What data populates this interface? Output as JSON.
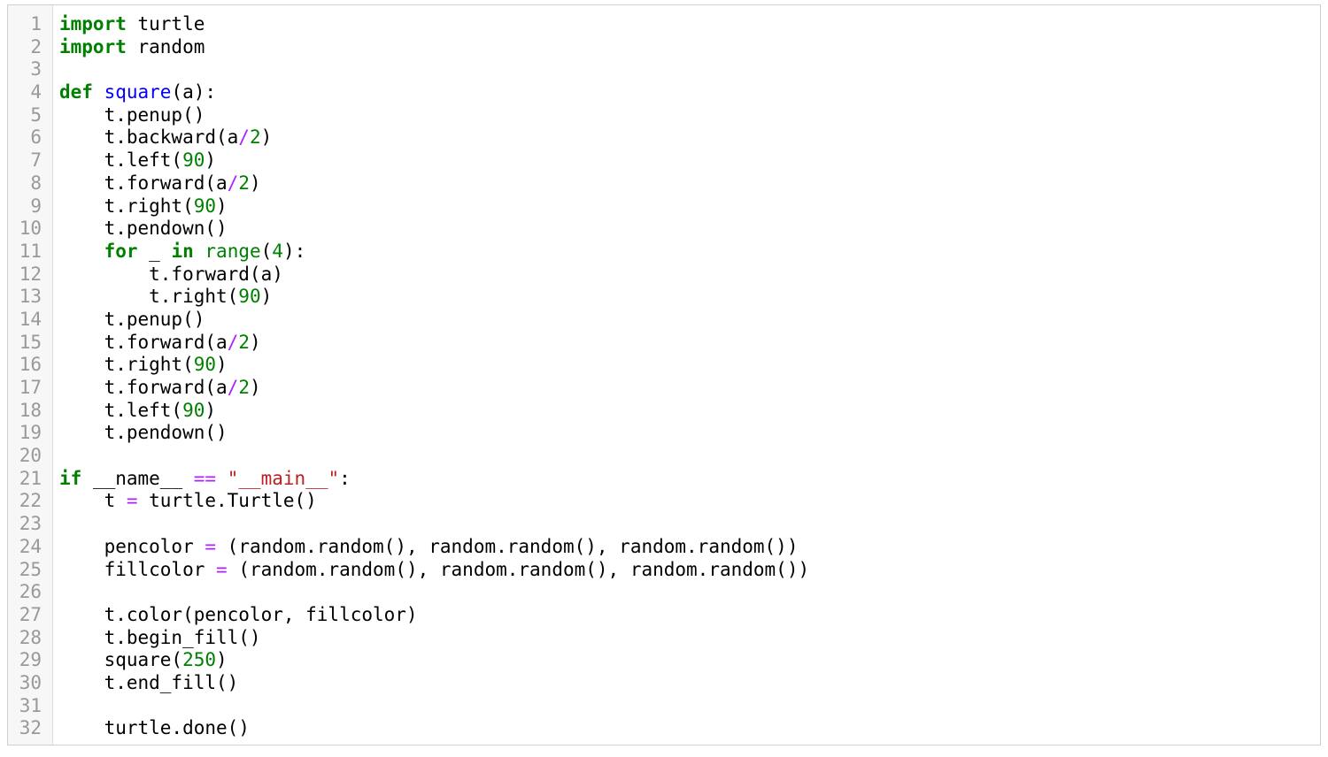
{
  "editor": {
    "colors": {
      "keyword": "#008000",
      "definition": "#0000ff",
      "number": "#008000",
      "operator": "#aa22ff",
      "builtin": "#008000",
      "string": "#ba2121",
      "gutter_text": "#999999",
      "gutter_bg": "#f7f7f7"
    },
    "lines": [
      {
        "n": "1",
        "tokens": [
          [
            "kw",
            "import"
          ],
          [
            "plain",
            " turtle"
          ]
        ]
      },
      {
        "n": "2",
        "tokens": [
          [
            "kw",
            "import"
          ],
          [
            "plain",
            " random"
          ]
        ]
      },
      {
        "n": "3",
        "tokens": []
      },
      {
        "n": "4",
        "tokens": [
          [
            "kw",
            "def"
          ],
          [
            "plain",
            " "
          ],
          [
            "def",
            "square"
          ],
          [
            "plain",
            "(a):"
          ]
        ]
      },
      {
        "n": "5",
        "tokens": [
          [
            "plain",
            "    t.penup()"
          ]
        ]
      },
      {
        "n": "6",
        "tokens": [
          [
            "plain",
            "    t.backward(a"
          ],
          [
            "op",
            "/"
          ],
          [
            "num",
            "2"
          ],
          [
            "plain",
            ")"
          ]
        ]
      },
      {
        "n": "7",
        "tokens": [
          [
            "plain",
            "    t.left("
          ],
          [
            "num",
            "90"
          ],
          [
            "plain",
            ")"
          ]
        ]
      },
      {
        "n": "8",
        "tokens": [
          [
            "plain",
            "    t.forward(a"
          ],
          [
            "op",
            "/"
          ],
          [
            "num",
            "2"
          ],
          [
            "plain",
            ")"
          ]
        ]
      },
      {
        "n": "9",
        "tokens": [
          [
            "plain",
            "    t.right("
          ],
          [
            "num",
            "90"
          ],
          [
            "plain",
            ")"
          ]
        ]
      },
      {
        "n": "10",
        "tokens": [
          [
            "plain",
            "    t.pendown()"
          ]
        ]
      },
      {
        "n": "11",
        "tokens": [
          [
            "plain",
            "    "
          ],
          [
            "kw",
            "for"
          ],
          [
            "plain",
            " _ "
          ],
          [
            "kw",
            "in"
          ],
          [
            "plain",
            " "
          ],
          [
            "builtin",
            "range"
          ],
          [
            "plain",
            "("
          ],
          [
            "num",
            "4"
          ],
          [
            "plain",
            "):"
          ]
        ]
      },
      {
        "n": "12",
        "tokens": [
          [
            "plain",
            "        t.forward(a)"
          ]
        ]
      },
      {
        "n": "13",
        "tokens": [
          [
            "plain",
            "        t.right("
          ],
          [
            "num",
            "90"
          ],
          [
            "plain",
            ")"
          ]
        ]
      },
      {
        "n": "14",
        "tokens": [
          [
            "plain",
            "    t.penup()"
          ]
        ]
      },
      {
        "n": "15",
        "tokens": [
          [
            "plain",
            "    t.forward(a"
          ],
          [
            "op",
            "/"
          ],
          [
            "num",
            "2"
          ],
          [
            "plain",
            ")"
          ]
        ]
      },
      {
        "n": "16",
        "tokens": [
          [
            "plain",
            "    t.right("
          ],
          [
            "num",
            "90"
          ],
          [
            "plain",
            ")"
          ]
        ]
      },
      {
        "n": "17",
        "tokens": [
          [
            "plain",
            "    t.forward(a"
          ],
          [
            "op",
            "/"
          ],
          [
            "num",
            "2"
          ],
          [
            "plain",
            ")"
          ]
        ]
      },
      {
        "n": "18",
        "tokens": [
          [
            "plain",
            "    t.left("
          ],
          [
            "num",
            "90"
          ],
          [
            "plain",
            ")"
          ]
        ]
      },
      {
        "n": "19",
        "tokens": [
          [
            "plain",
            "    t.pendown()"
          ]
        ]
      },
      {
        "n": "20",
        "tokens": []
      },
      {
        "n": "21",
        "tokens": [
          [
            "kw",
            "if"
          ],
          [
            "plain",
            " __name__ "
          ],
          [
            "op",
            "=="
          ],
          [
            "plain",
            " "
          ],
          [
            "str",
            "\"__main__\""
          ],
          [
            "plain",
            ":"
          ]
        ]
      },
      {
        "n": "22",
        "tokens": [
          [
            "plain",
            "    t "
          ],
          [
            "op",
            "="
          ],
          [
            "plain",
            " turtle.Turtle()"
          ]
        ]
      },
      {
        "n": "23",
        "tokens": []
      },
      {
        "n": "24",
        "tokens": [
          [
            "plain",
            "    pencolor "
          ],
          [
            "op",
            "="
          ],
          [
            "plain",
            " (random.random(), random.random(), random.random())"
          ]
        ]
      },
      {
        "n": "25",
        "tokens": [
          [
            "plain",
            "    fillcolor "
          ],
          [
            "op",
            "="
          ],
          [
            "plain",
            " (random.random(), random.random(), random.random())"
          ]
        ]
      },
      {
        "n": "26",
        "tokens": []
      },
      {
        "n": "27",
        "tokens": [
          [
            "plain",
            "    t.color(pencolor, fillcolor)"
          ]
        ]
      },
      {
        "n": "28",
        "tokens": [
          [
            "plain",
            "    t.begin_fill()"
          ]
        ]
      },
      {
        "n": "29",
        "tokens": [
          [
            "plain",
            "    square("
          ],
          [
            "num",
            "250"
          ],
          [
            "plain",
            ")"
          ]
        ]
      },
      {
        "n": "30",
        "tokens": [
          [
            "plain",
            "    t.end_fill()"
          ]
        ]
      },
      {
        "n": "31",
        "tokens": []
      },
      {
        "n": "32",
        "tokens": [
          [
            "plain",
            "    turtle.done()"
          ]
        ]
      }
    ]
  }
}
